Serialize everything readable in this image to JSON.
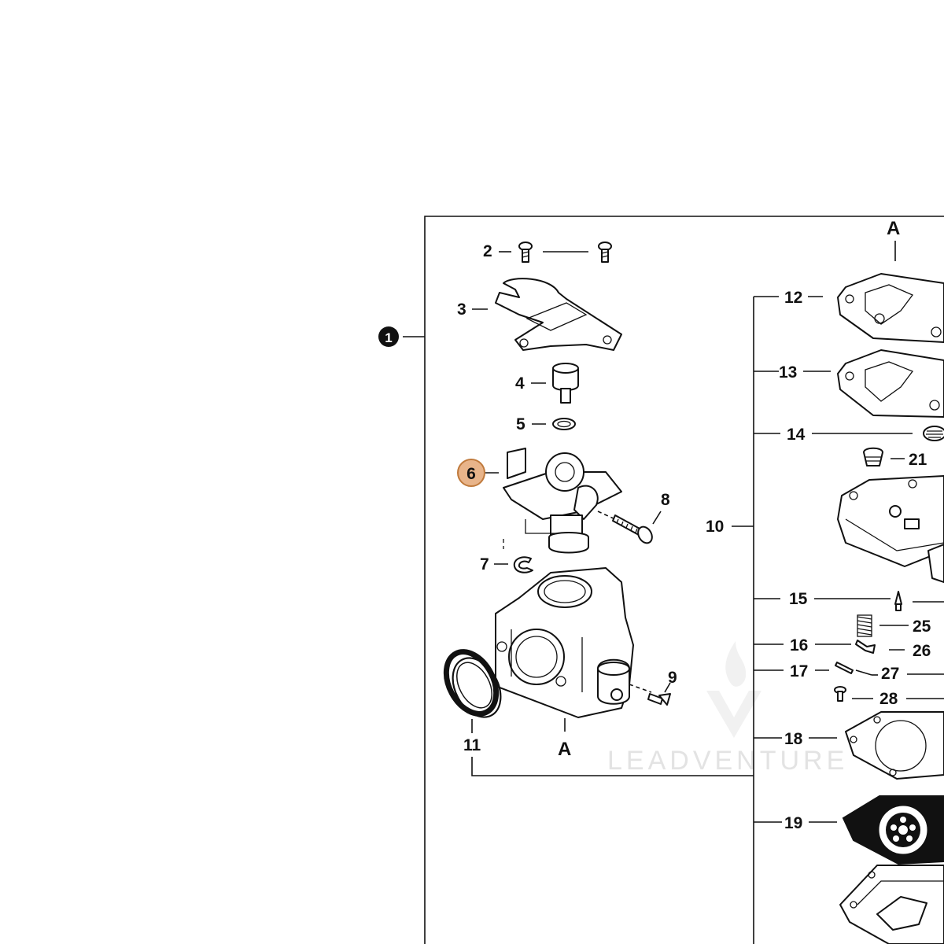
{
  "assembly_callout": "1",
  "highlight_color": "#e8b48a",
  "highlight_stroke": "#c07a3c",
  "watermark": "LEADVENTURE",
  "labels": {
    "p2": "2",
    "p3": "3",
    "p4": "4",
    "p5": "5",
    "p6": "6",
    "p7": "7",
    "p8": "8",
    "p9": "9",
    "p10": "10",
    "p11": "11",
    "p12": "12",
    "p13": "13",
    "p14": "14",
    "p15": "15",
    "p16": "16",
    "p17": "17",
    "p18": "18",
    "p19": "19",
    "p21": "21",
    "p25": "25",
    "p26": "26",
    "p27": "27",
    "p28": "28",
    "ref_top": "A",
    "ref_bottom": "A"
  }
}
